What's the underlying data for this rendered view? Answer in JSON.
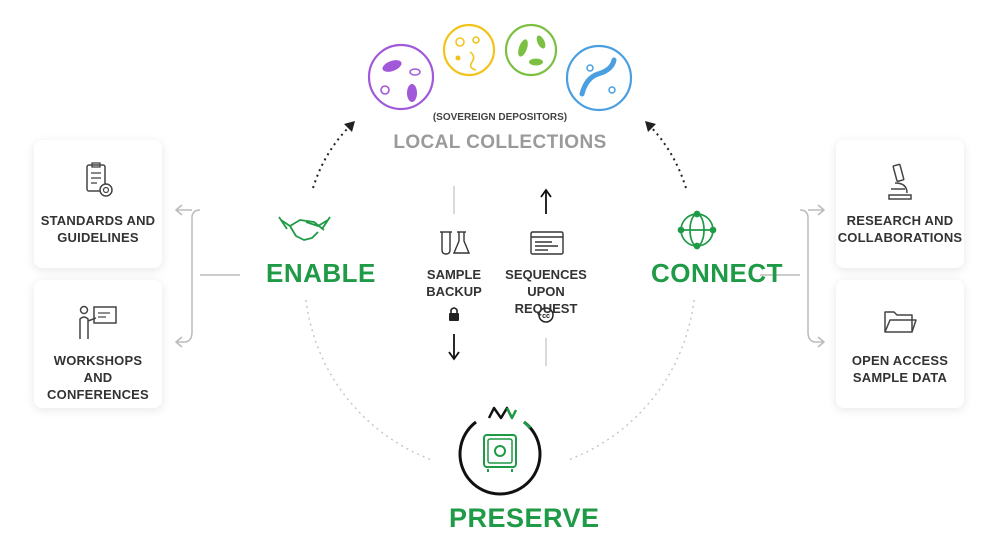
{
  "header": {
    "subtitle": "(SOVEREIGN DEPOSITORS)",
    "title": "LOCAL COLLECTIONS"
  },
  "left": {
    "main_label": "ENABLE",
    "cards": [
      {
        "label": "STANDARDS AND\nGUIDELINES",
        "icon": "clipboard-checklist-icon"
      },
      {
        "label": "WORKSHOPS\nAND CONFERENCES",
        "icon": "presenter-board-icon"
      }
    ]
  },
  "right": {
    "main_label": "CONNECT",
    "cards": [
      {
        "label": "RESEARCH AND\nCOLLABORATIONS",
        "icon": "microscope-icon"
      },
      {
        "label": "OPEN ACCESS\nSAMPLE DATA",
        "icon": "folder-icon"
      }
    ]
  },
  "center": {
    "sample_backup": "SAMPLE\nBACKUP",
    "sequences": "SEQUENCES\nUPON REQUEST"
  },
  "bottom": {
    "main_label": "PRESERVE"
  },
  "colors": {
    "green": "#1f9a46",
    "purple": "#a259d9",
    "yellow": "#f2c41b",
    "lime": "#7cc043",
    "blue": "#4a9fe0"
  }
}
